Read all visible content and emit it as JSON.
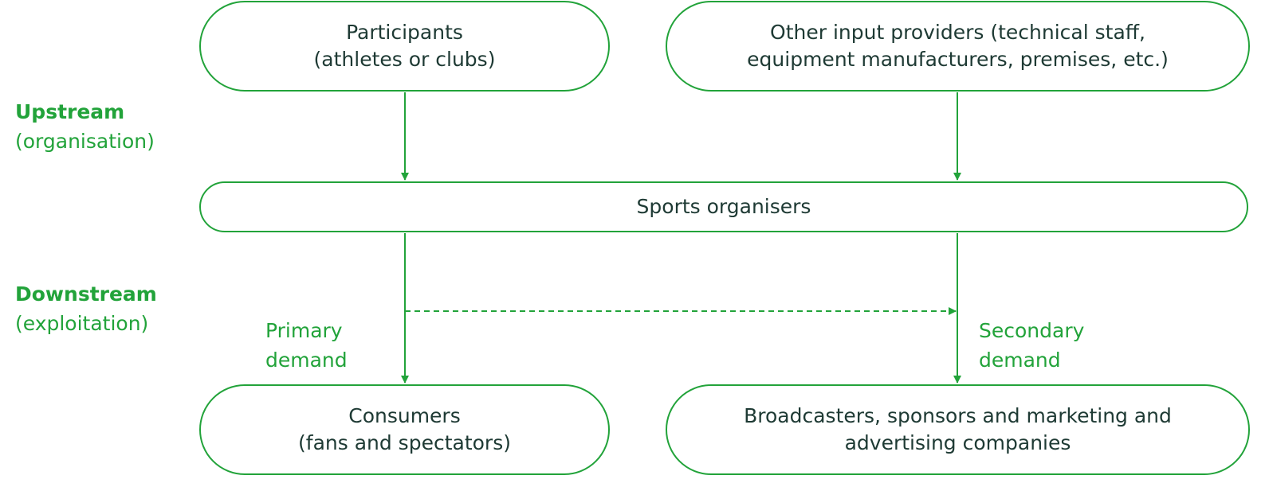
{
  "nodes": {
    "participants": {
      "line1": "Participants",
      "line2": "(athletes or clubs)"
    },
    "other_inputs": {
      "line1": "Other input providers (technical staff,",
      "line2": "equipment manufacturers, premises, etc.)"
    },
    "organisers": {
      "line1": "Sports organisers"
    },
    "consumers": {
      "line1": "Consumers",
      "line2": "(fans and spectators)"
    },
    "broadcasters": {
      "line1": "Broadcasters, sponsors and marketing and",
      "line2": "advertising companies"
    }
  },
  "side_labels": {
    "upstream": {
      "title": "Upstream",
      "subtitle": "(organisation)"
    },
    "downstream": {
      "title": "Downstream",
      "subtitle": "(exploitation)"
    }
  },
  "edge_labels": {
    "primary": {
      "line1": "Primary",
      "line2": "demand"
    },
    "secondary": {
      "line1": "Secondary",
      "line2": "demand"
    }
  },
  "colors": {
    "accent": "#22a33a",
    "text": "#1e3a34",
    "background": "#ffffff"
  }
}
